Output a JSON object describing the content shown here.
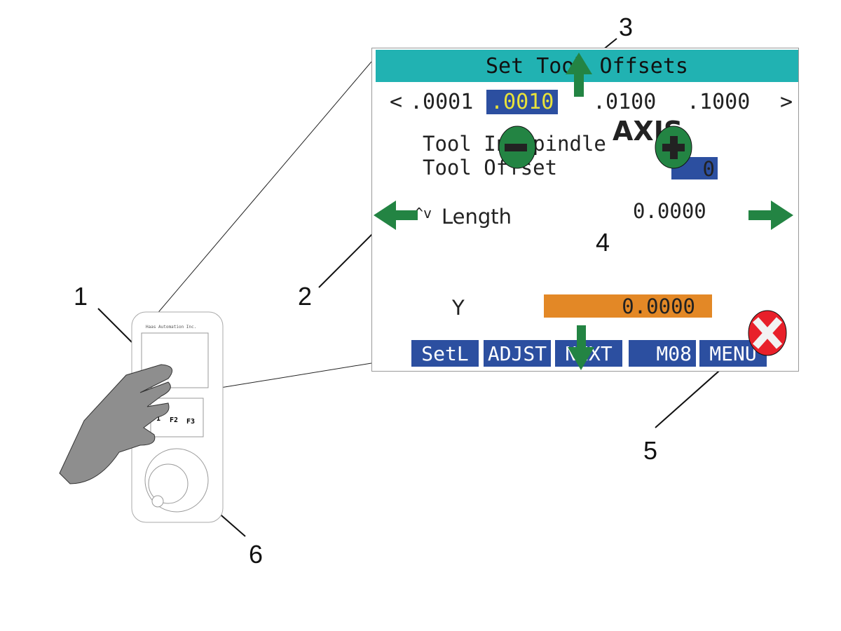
{
  "screen": {
    "title": "Set Tool Offsets",
    "increments": {
      "prev": "<",
      "options": [
        ".0001",
        ".0010",
        ".0100",
        ".1000"
      ],
      "selected": ".0010",
      "next": ">"
    },
    "tool_in_spindle_label": "Tool In Spindle",
    "tool_offset_label": "Tool Offset",
    "tool_offset_value": "0",
    "axis_label": "AXIS",
    "length_label": "Length",
    "length_arrows": "^v",
    "length_value": "0.0000",
    "axis_name": "Y",
    "axis_value": "0.0000",
    "softkeys": [
      "SetL",
      "ADJST",
      "NEXT",
      "M08",
      "MENU"
    ]
  },
  "pendant": {
    "brand": "Haas Automation Inc.",
    "keys": [
      "F1",
      "F2",
      "F3"
    ]
  },
  "callouts": [
    "1",
    "2",
    "3",
    "4",
    "5",
    "6"
  ],
  "colors": {
    "title_bar": "#21b2b2",
    "highlight": "#2c4fa0",
    "value_bar": "#e38826",
    "arrow": "#238443",
    "close": "#e8202a"
  }
}
